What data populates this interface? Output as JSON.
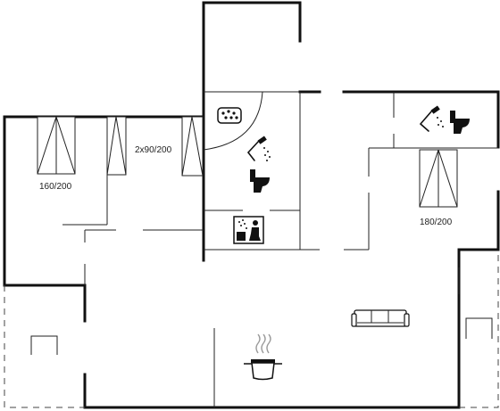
{
  "labels": {
    "bed_left": "160/200",
    "bed_bunk": "2x90/200",
    "bed_right": "180/200"
  },
  "icons": [
    "bed-icon",
    "jacuzzi-icon",
    "shower-icon",
    "toilet-icon",
    "sauna-icon",
    "sofa-icon",
    "cooking-pot-icon"
  ],
  "colors": {
    "walls": "#111111",
    "background": "#ffffff"
  }
}
